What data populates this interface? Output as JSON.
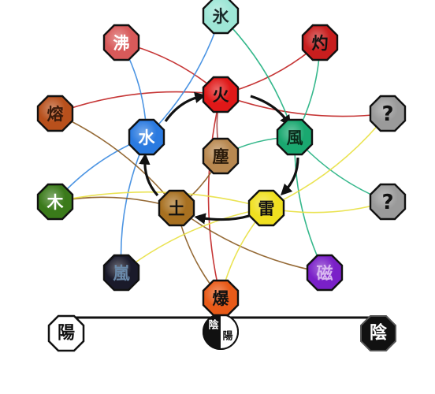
{
  "nodes": [
    {
      "id": "ice",
      "label": "氷",
      "fill": "#9ee6d6",
      "text": "#1a2a2a"
    },
    {
      "id": "boil",
      "label": "沸",
      "fill": "#d85a5a",
      "text": "#ffffff"
    },
    {
      "id": "scorch",
      "label": "灼",
      "fill": "#c81e1e",
      "text": "#111111"
    },
    {
      "id": "fire",
      "label": "火",
      "fill": "#e01818",
      "text": "#111111"
    },
    {
      "id": "lava",
      "label": "熔",
      "fill": "#b8501c",
      "text": "#3a1a0a"
    },
    {
      "id": "unknown1",
      "label": "?",
      "fill": "#9a9a9a",
      "text": "#111111"
    },
    {
      "id": "water",
      "label": "水",
      "fill": "#2a7ae0",
      "text": "#ffffff"
    },
    {
      "id": "wind",
      "label": "風",
      "fill": "#1aa870",
      "text": "#0a2a1a"
    },
    {
      "id": "dust",
      "label": "塵",
      "fill": "#b88850",
      "text": "#2a1a0a"
    },
    {
      "id": "wood",
      "label": "木",
      "fill": "#3a7a1a",
      "text": "#ffffff"
    },
    {
      "id": "earth",
      "label": "土",
      "fill": "#a87020",
      "text": "#111111"
    },
    {
      "id": "lightning",
      "label": "雷",
      "fill": "#f0e020",
      "text": "#111111"
    },
    {
      "id": "unknown2",
      "label": "?",
      "fill": "#9a9a9a",
      "text": "#111111"
    },
    {
      "id": "storm",
      "label": "嵐",
      "fill": "#1a1a2a",
      "text": "#6a8aaa"
    },
    {
      "id": "magnet",
      "label": "磁",
      "fill": "#7a20c8",
      "text": "#d8b8f0"
    },
    {
      "id": "explosion",
      "label": "爆",
      "fill": "#e85a18",
      "text": "#111111"
    }
  ],
  "scale": {
    "yang": {
      "label": "陽",
      "fill": "#ffffff",
      "text": "#111111"
    },
    "yinyang": {
      "label_top": "陰",
      "label_bottom": "陽"
    },
    "yin": {
      "label": "陰",
      "fill": "#111111",
      "text": "#ffffff"
    }
  },
  "links": [
    {
      "from": "fire",
      "to": "boil",
      "color": "#c02020"
    },
    {
      "from": "fire",
      "to": "scorch",
      "color": "#c02020"
    },
    {
      "from": "fire",
      "to": "lava",
      "color": "#c02020"
    },
    {
      "from": "fire",
      "to": "unknown1",
      "color": "#c02020"
    },
    {
      "from": "fire",
      "to": "explosion",
      "color": "#c02020"
    },
    {
      "from": "water",
      "to": "ice",
      "color": "#3a8ae0"
    },
    {
      "from": "water",
      "to": "boil",
      "color": "#3a8ae0"
    },
    {
      "from": "water",
      "to": "wood",
      "color": "#3a8ae0"
    },
    {
      "from": "water",
      "to": "storm",
      "color": "#3a8ae0"
    },
    {
      "from": "wind",
      "to": "ice",
      "color": "#20b080"
    },
    {
      "from": "wind",
      "to": "scorch",
      "color": "#20b080"
    },
    {
      "from": "wind",
      "to": "unknown2",
      "color": "#20b080"
    },
    {
      "from": "wind",
      "to": "magnet",
      "color": "#20b080"
    },
    {
      "from": "wind",
      "to": "dust",
      "color": "#20b080"
    },
    {
      "from": "earth",
      "to": "lava",
      "color": "#8a5a20"
    },
    {
      "from": "earth",
      "to": "wood",
      "color": "#8a5a20"
    },
    {
      "from": "earth",
      "to": "magnet",
      "color": "#8a5a20"
    },
    {
      "from": "earth",
      "to": "explosion",
      "color": "#8a5a20"
    },
    {
      "from": "earth",
      "to": "dust",
      "color": "#8a5a20"
    },
    {
      "from": "lightning",
      "to": "unknown1",
      "color": "#e8e040"
    },
    {
      "from": "lightning",
      "to": "unknown2",
      "color": "#e8e040"
    },
    {
      "from": "lightning",
      "to": "storm",
      "color": "#e8e040"
    },
    {
      "from": "lightning",
      "to": "explosion",
      "color": "#e8e040"
    },
    {
      "from": "lightning",
      "to": "wood",
      "color": "#e8e040"
    },
    {
      "from": "fire",
      "to": "dust",
      "color": "#a04040"
    }
  ]
}
